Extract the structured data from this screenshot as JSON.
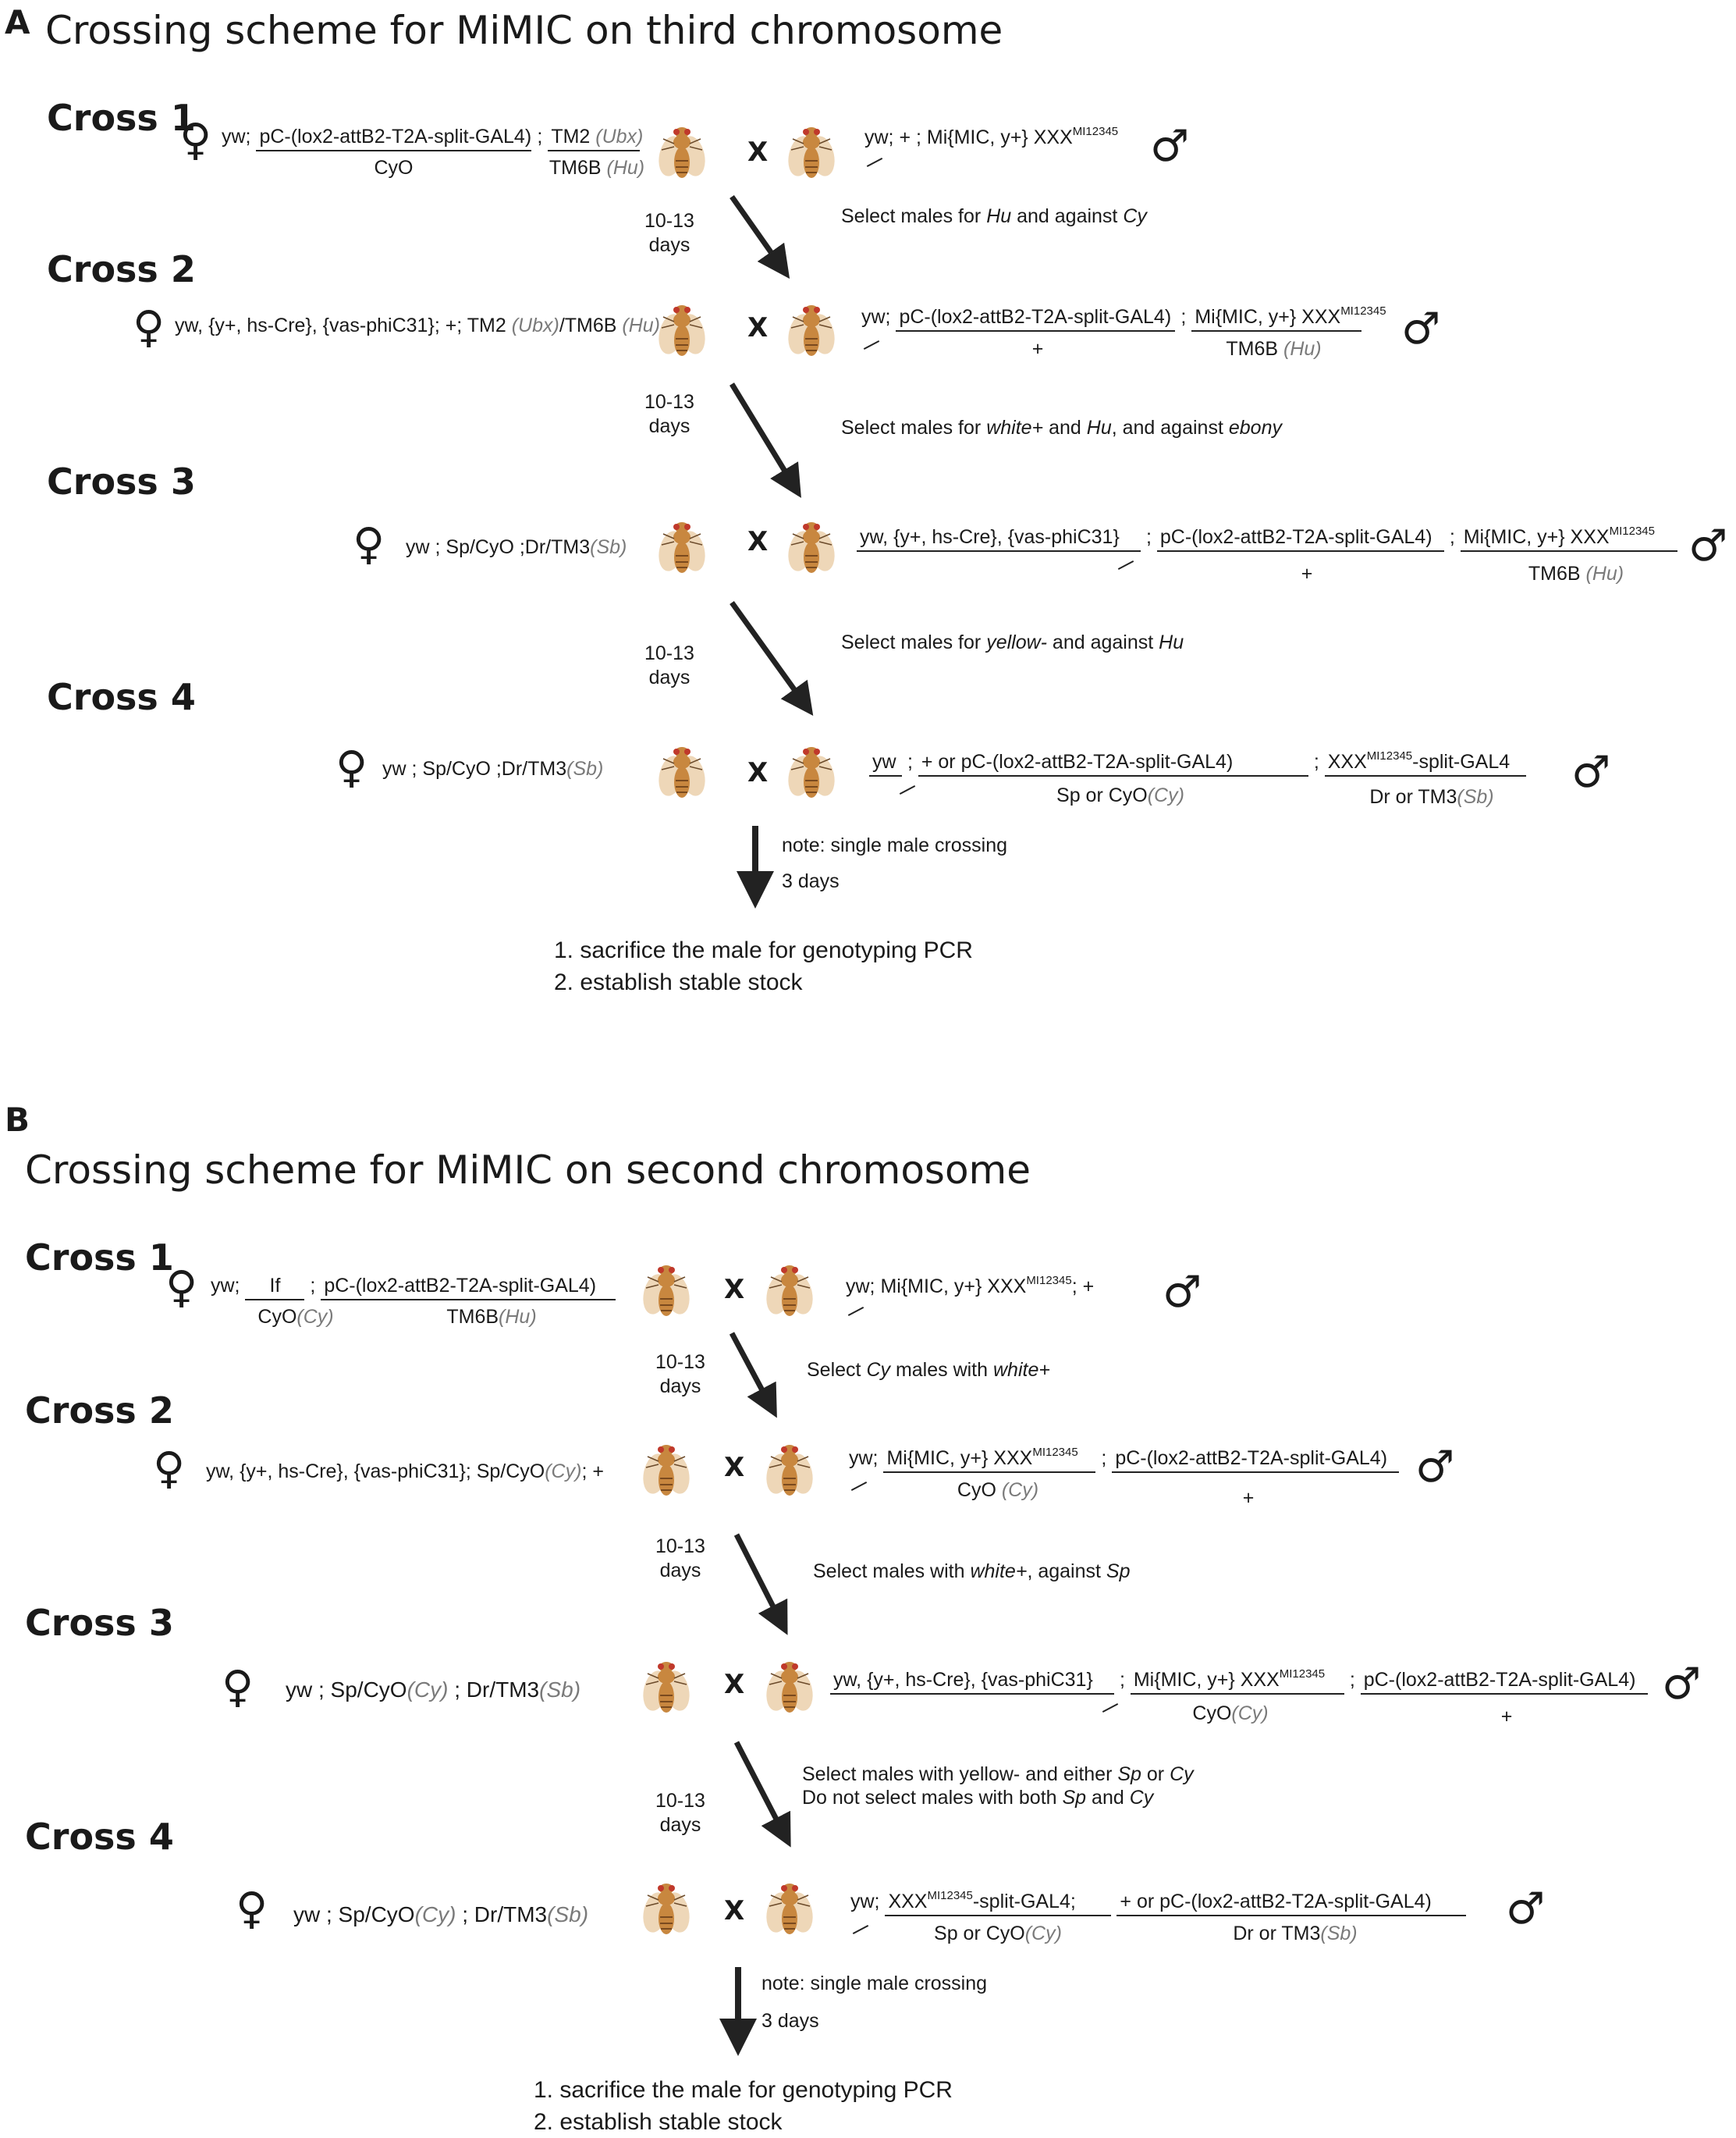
{
  "panelA": {
    "letter": "A",
    "title": "Crossing scheme for MiMIC on third chromosome",
    "cross1": {
      "label": "Cross 1",
      "female_prefix": "yw;",
      "female_num1": "pC-(lox2-attB2-T2A-split-GAL4)",
      "female_sep1": ";",
      "female_num2_a": "TM2 ",
      "female_num2_b": "(Ubx)",
      "female_den1": "CyO",
      "female_den2_a": "TM6B ",
      "female_den2_b": "(Hu)",
      "male_num": "yw; + ; Mi{MIC, y+} XXX",
      "male_sup": "MI12345",
      "select": "Select males for Hu and against Cy",
      "days": "10-13\ndays"
    },
    "cross2": {
      "label": "Cross 2",
      "female_a": "yw, {y+, hs-Cre}, {vas-phiC31}; +; TM2 ",
      "female_b": "(Ubx)",
      "female_c": "/TM6B ",
      "female_d": "(Hu)",
      "male_prefix": "yw;",
      "male_num1": "pC-(lox2-attB2-T2A-split-GAL4)",
      "male_sep1": ";",
      "male_num2": "Mi{MIC, y+} XXX",
      "male_sup": "MI12345",
      "male_den1": "+",
      "male_den2_a": "TM6B ",
      "male_den2_b": "(Hu)",
      "select": "Select males for white+ and Hu, and against ebony",
      "days": "10-13\ndays"
    },
    "cross3": {
      "label": "Cross 3",
      "female_a": "yw ; Sp/CyO ;Dr/TM3",
      "female_b": "(Sb)",
      "male_num0": "yw, {y+, hs-Cre}, {vas-phiC31}",
      "male_sep0": ";",
      "male_num1": "pC-(lox2-attB2-T2A-split-GAL4)",
      "male_sep1": ";",
      "male_num2": "Mi{MIC, y+} XXX",
      "male_sup": "MI12345",
      "male_den1": "+",
      "male_den2_a": "TM6B ",
      "male_den2_b": "(Hu)",
      "select": "Select males for yellow- and against Hu",
      "days": "10-13\ndays"
    },
    "cross4": {
      "label": "Cross 4",
      "female_a": "yw ; Sp/CyO ;Dr/TM3",
      "female_b": "(Sb)",
      "male_prefix": "yw",
      "male_sep0": ";",
      "male_num1": "+  or pC-(lox2-attB2-T2A-split-GAL4)",
      "male_sep1": ";",
      "male_num2_a": "XXX",
      "male_sup": "MI12345",
      "male_num2_b": "-split-GAL4",
      "male_den1_a": "Sp or CyO",
      "male_den1_b": "(Cy)",
      "male_den2_a": "Dr or TM3",
      "male_den2_b": "(Sb)",
      "note1": "note: single male crossing",
      "note2": "3 days"
    },
    "steps": [
      "1.  sacrifice the male for genotyping PCR",
      "2.  establish stable stock"
    ]
  },
  "panelB": {
    "letter": "B",
    "title": "Crossing scheme for MiMIC on second chromosome",
    "cross1": {
      "label": "Cross 1",
      "female_prefix": "yw;",
      "female_num1": "If",
      "female_sep1": ";",
      "female_num2": "pC-(lox2-attB2-T2A-split-GAL4)",
      "female_den1_a": "CyO",
      "female_den1_b": "(Cy)",
      "female_den2_a": "TM6B",
      "female_den2_b": "(Hu)",
      "male_prefix": "yw;",
      "male_body": " Mi{MIC, y+} XXX",
      "male_sup": "MI12345",
      "male_tail": "; +",
      "select": "Select Cy males with white+",
      "days": "10-13\ndays"
    },
    "cross2": {
      "label": "Cross 2",
      "female_a": "yw, {y+, hs-Cre}, {vas-phiC31}; Sp/CyO",
      "female_b": "(Cy)",
      "female_c": "; +",
      "male_prefix": "yw;",
      "male_num1": "Mi{MIC, y+} XXX",
      "male_sup": "MI12345",
      "male_sep1": ";",
      "male_num2": "pC-(lox2-attB2-T2A-split-GAL4)",
      "male_den1_a": "CyO ",
      "male_den1_b": "(Cy)",
      "male_den2": "+",
      "select": "Select males with white+, against Sp",
      "days": "10-13\ndays"
    },
    "cross3": {
      "label": "Cross 3",
      "female_a": "yw ; Sp/CyO",
      "female_b": "(Cy)",
      "female_c": " ; Dr/TM3",
      "female_d": "(Sb)",
      "male_num0": "yw, {y+, hs-Cre}, {vas-phiC31}",
      "male_sep0": ";",
      "male_num1": "Mi{MIC, y+} XXX",
      "male_sup": "MI12345",
      "male_sep1": ";",
      "male_num2": "pC-(lox2-attB2-T2A-split-GAL4)",
      "male_den1_a": "CyO",
      "male_den1_b": "(Cy)",
      "male_den2": "+",
      "select1": "Select males with yellow- and either Sp or Cy",
      "select2": "Do not select males with both Sp and Cy",
      "days": "10-13\ndays"
    },
    "cross4": {
      "label": "Cross 4",
      "female_a": "yw ; Sp/CyO",
      "female_b": "(Cy)",
      "female_c": " ; Dr/TM3",
      "female_d": "(Sb)",
      "male_prefix": "yw;",
      "male_num1_a": "XXX",
      "male_sup": "MI12345",
      "male_num1_b": "-split-GAL4;",
      "male_num2": "+ or pC-(lox2-attB2-T2A-split-GAL4)",
      "male_den1_a": "Sp or CyO",
      "male_den1_b": "(Cy)",
      "male_den2_a": "Dr or TM3",
      "male_den2_b": "(Sb)",
      "note1": "note: single male crossing",
      "note2": "3 days"
    },
    "steps": [
      "1.  sacrifice the male for genotyping PCR",
      "2.  establish stable stock"
    ]
  },
  "symbols": {
    "female": "♀",
    "male": "♂",
    "cross": "X"
  },
  "colors": {
    "fly_body": "#c8873f",
    "fly_eye": "#c0392b",
    "fly_abdomen": "#e8c9a0",
    "text_gray": "#7a7a7a",
    "arrow": "#222222"
  },
  "icons": [
    "fly-illustration",
    "female-symbol",
    "male-symbol",
    "arrow-down"
  ]
}
